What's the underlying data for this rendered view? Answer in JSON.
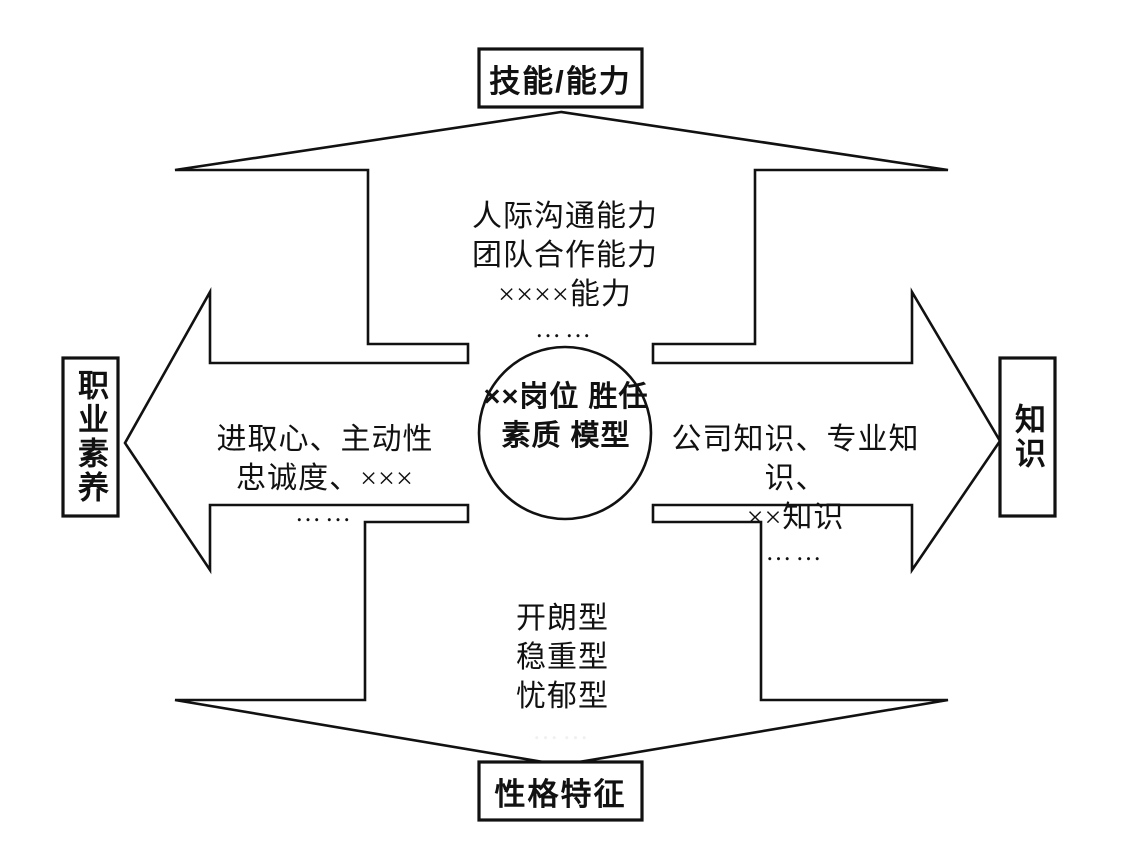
{
  "diagram": {
    "title": "××岗位胜任素质模型",
    "center": {
      "label": "××岗位\n胜任素质\n模型",
      "shape": "circle"
    },
    "axes": [
      {
        "direction": "up",
        "box_label": "技能/能力",
        "items": [
          "人际沟通能力",
          "团队合作能力",
          "××××能力"
        ],
        "ellipsis": "……"
      },
      {
        "direction": "left",
        "box_label": "职业素养",
        "items": [
          "进取心、主动性",
          "忠诚度、×××"
        ],
        "ellipsis": "……"
      },
      {
        "direction": "right",
        "box_label": "知识",
        "items": [
          "公司知识、专业知识、",
          "××知识"
        ],
        "ellipsis": "……"
      },
      {
        "direction": "down",
        "box_label": "性格特征",
        "items": [
          "开朗型",
          "稳重型",
          "忧郁型"
        ],
        "ellipsis": "……"
      }
    ],
    "arm_text": {
      "top": "人际沟通能力\n团队合作能力\n××××能力",
      "left": "进取心、主动性\n忠诚度、×××",
      "right": "公司知识、专业知识、\n××知识",
      "bottom": "开朗型\n稳重型\n忧郁型"
    },
    "ellipsis_mark": "……",
    "colors": {
      "stroke": "#111111",
      "fill": "#ffffff",
      "text": "#111111",
      "background": "#ffffff",
      "faded_text": "#f0f0f0"
    }
  }
}
